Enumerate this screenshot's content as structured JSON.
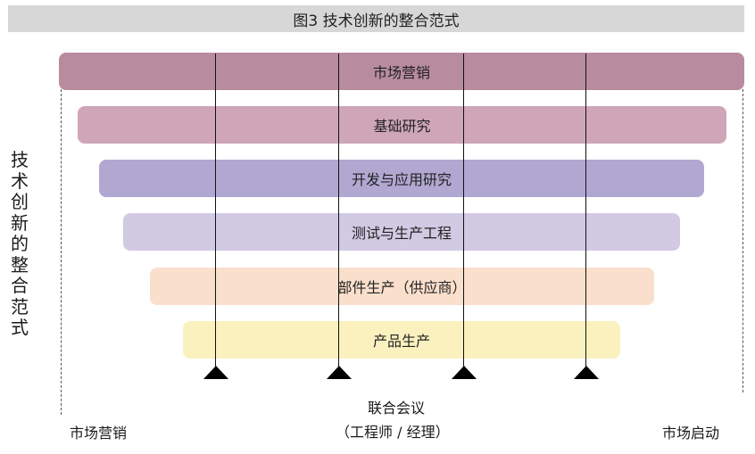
{
  "title": "图3  技术创新的整合范式",
  "side_label": "技术创新的整合范式",
  "stages": [
    {
      "label": "市场营销",
      "color": "#b88c9e"
    },
    {
      "label": "基础研究",
      "color": "#cea6b7"
    },
    {
      "label": "开发与应用研究",
      "color": "#b1a8d2"
    },
    {
      "label": "测试与生产工程",
      "color": "#d2c9e3"
    },
    {
      "label": "部件生产（供应商）",
      "color": "#f9dfcc"
    },
    {
      "label": "产品生产",
      "color": "#fbf1bf"
    }
  ],
  "bottom": {
    "left_label": "市场营销",
    "center_line1": "联合会议",
    "center_line2": "（工程师 / 经理）",
    "right_label": "市场启动"
  }
}
